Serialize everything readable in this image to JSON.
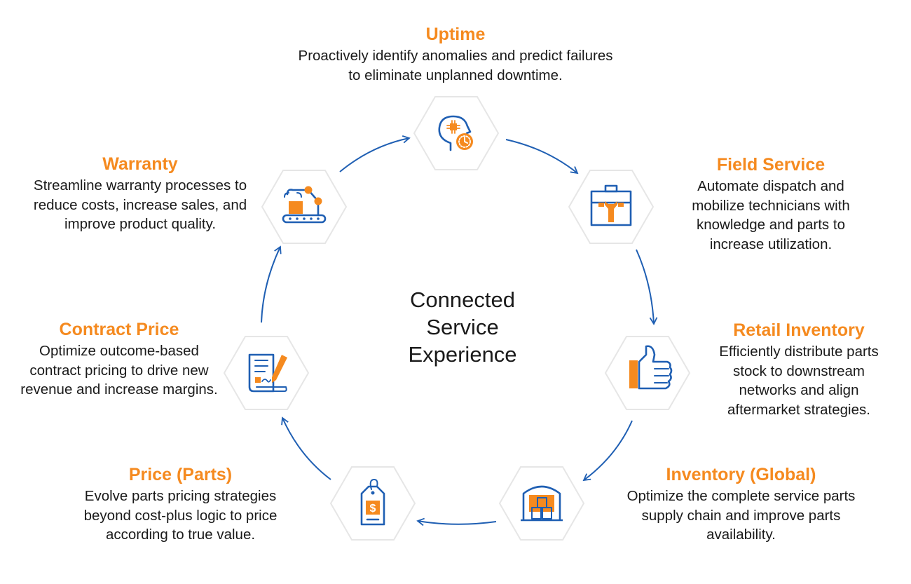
{
  "center": {
    "line1": "Connected",
    "line2": "Service",
    "line3": "Experience"
  },
  "nodes": [
    {
      "id": "uptime",
      "title": "Uptime",
      "description": "Proactively identify anomalies and predict failures to eliminate unplanned downtime.",
      "icon": "brain-clock-icon"
    },
    {
      "id": "field-service",
      "title": "Field Service",
      "description": "Automate dispatch and mobilize technicians with knowledge and parts to increase utilization.",
      "icon": "toolbox-wrench-icon"
    },
    {
      "id": "retail-inventory",
      "title": "Retail Inventory",
      "description": "Efficiently distribute parts stock to downstream networks and align aftermarket strategies.",
      "icon": "thumbs-up-icon"
    },
    {
      "id": "inventory-global",
      "title": "Inventory (Global)",
      "description": "Optimize the complete service parts supply chain and improve parts availability.",
      "icon": "warehouse-icon"
    },
    {
      "id": "price-parts",
      "title": "Price (Parts)",
      "description": "Evolve parts pricing strategies beyond cost-plus logic to price according to true value.",
      "icon": "price-tag-icon"
    },
    {
      "id": "contract-price",
      "title": "Contract Price",
      "description": "Optimize outcome-based contract pricing to drive new revenue and increase margins.",
      "icon": "contract-pen-icon"
    },
    {
      "id": "warranty",
      "title": "Warranty",
      "description": "Streamline warranty processes to reduce costs, increase sales, and improve product quality.",
      "icon": "robot-arm-conveyor-icon"
    }
  ],
  "colors": {
    "accent": "#f58a1f",
    "line": "#1f5fb3",
    "hexagon": "#e6e6e6",
    "text": "#1a1a1a"
  }
}
